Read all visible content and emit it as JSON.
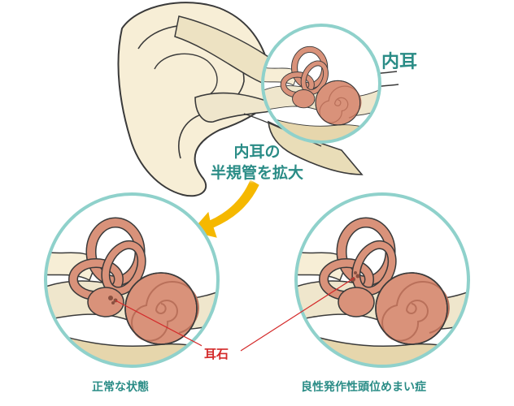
{
  "labels": {
    "inner_ear": "内耳",
    "magnify_line1": "内耳の",
    "magnify_line2": "半規管を拡大",
    "otolith": "耳石",
    "normal_state": "正常な状態",
    "bppv": "良性発作性頭位めまい症"
  },
  "colors": {
    "teal": "#2a8c86",
    "circle_ring": "#8fd1cb",
    "skin": "#f7eed6",
    "outline": "#3a3a3a",
    "organ": "#d9927a",
    "organ_dark": "#b9705a",
    "arrow": "#f5b800",
    "otolith_line": "#d42a2a",
    "bone": "#e9ddb8"
  },
  "icons": {
    "ear": "ear-outline-illustration",
    "arrow": "curved-arrow",
    "semicircular_canals": "semicircular-canals-illustration"
  }
}
